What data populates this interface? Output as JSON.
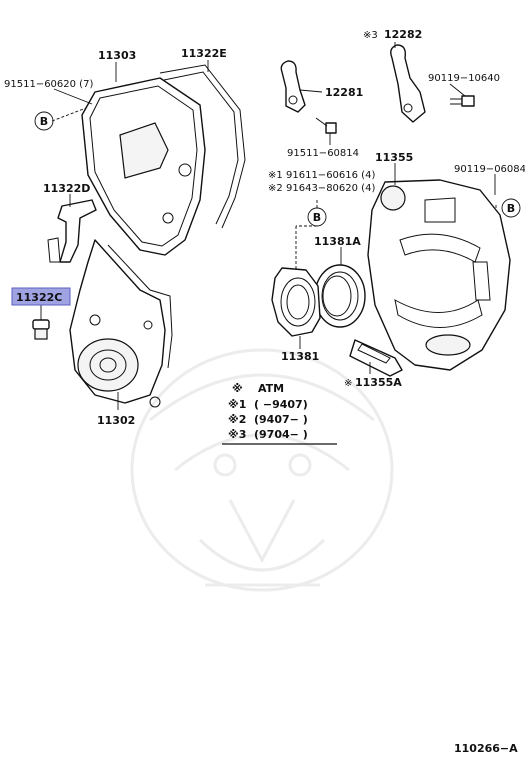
{
  "labels": {
    "p11303": "11303",
    "p11322E": "11322E",
    "p91511_60620": "91511−60620 (7)",
    "p11322D": "11322D",
    "p11322C": "11322C",
    "p11302": "11302",
    "p12282": "12282",
    "p12282_mark": "※3",
    "p12281": "12281",
    "p90119_10640": "90119−10640",
    "p91511_60814": "91511−60814",
    "p91611_60616": "91611−60616 (4)",
    "p91611_mark": "※1",
    "p91643_80620": "91643−80620 (4)",
    "p91643_mark": "※2",
    "p11355": "11355",
    "p90119_06084": "90119−06084",
    "p11381A": "11381A",
    "p11381": "11381",
    "p11355A": "11355A",
    "p11355A_mark": "※",
    "ref_b": "B",
    "diagram_id": "110266−A"
  },
  "legend": [
    {
      "mark": "※",
      "text": "ATM"
    },
    {
      "mark": "※1",
      "text": "(      −9407)"
    },
    {
      "mark": "※2",
      "text": "(9407−        )"
    },
    {
      "mark": "※3",
      "text": "(9704−        )"
    }
  ],
  "highlight": {
    "part": "11322C",
    "color": "#9fa3e2"
  }
}
